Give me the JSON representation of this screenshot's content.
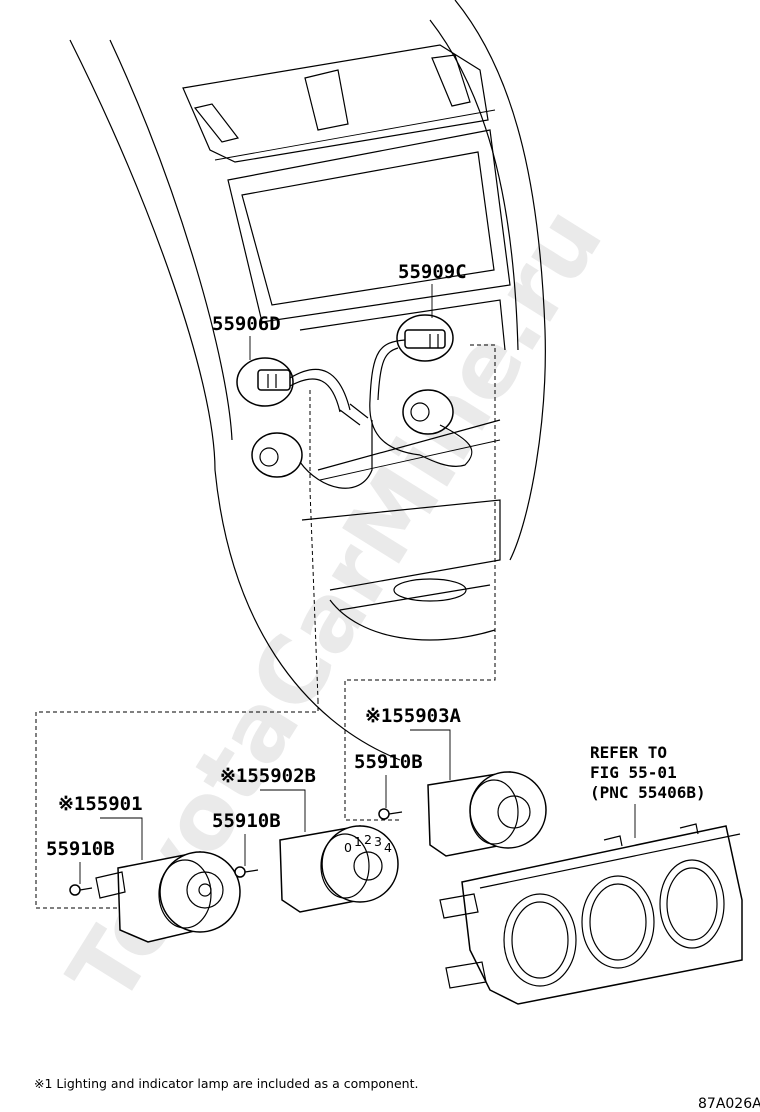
{
  "labels": {
    "p55906d": "55906D",
    "p55909c": "55909C",
    "p55903a": "※155903A",
    "p55910b_a": "55910B",
    "p55902b": "※155902B",
    "p55910b_b": "55910B",
    "p55901": "※155901",
    "p55910b_c": "55910B",
    "refer_line1": "REFER TO",
    "refer_line2": "FIG 55-01",
    "refer_line3": "(PNC 55406B)"
  },
  "footnote": "※1 Lighting and indicator lamp are included as a component.",
  "figure_code": "87A026A",
  "watermark": "ToyotaCarMine.ru",
  "dial_marks": [
    "0",
    "1",
    "2",
    "3",
    "4"
  ]
}
